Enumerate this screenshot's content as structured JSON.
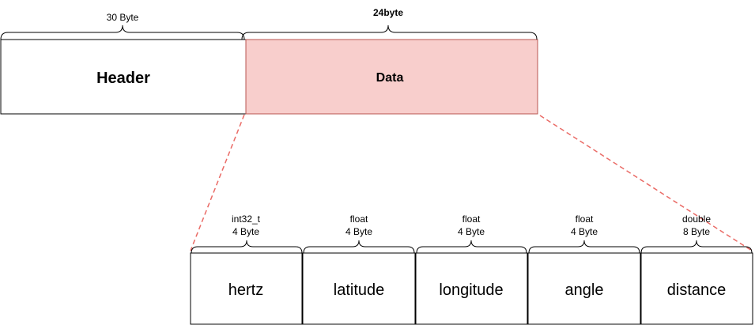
{
  "colors": {
    "data_fill": "#f8cecc",
    "data_stroke": "#b85450",
    "connector": "#ea6b66",
    "stroke": "#000000",
    "background": "#ffffff"
  },
  "top": {
    "header": {
      "label": "Header",
      "size_label": "30 Byte"
    },
    "data": {
      "label": "Data",
      "size_label": "24byte"
    }
  },
  "fields": [
    {
      "label": "hertz",
      "type": "int32_t",
      "size": "4 Byte"
    },
    {
      "label": "latitude",
      "type": "float",
      "size": "4 Byte"
    },
    {
      "label": "longitude",
      "type": "float",
      "size": "4 Byte"
    },
    {
      "label": "angle",
      "type": "float",
      "size": "4 Byte"
    },
    {
      "label": "distance",
      "type": "double",
      "size": "8 Byte"
    }
  ]
}
